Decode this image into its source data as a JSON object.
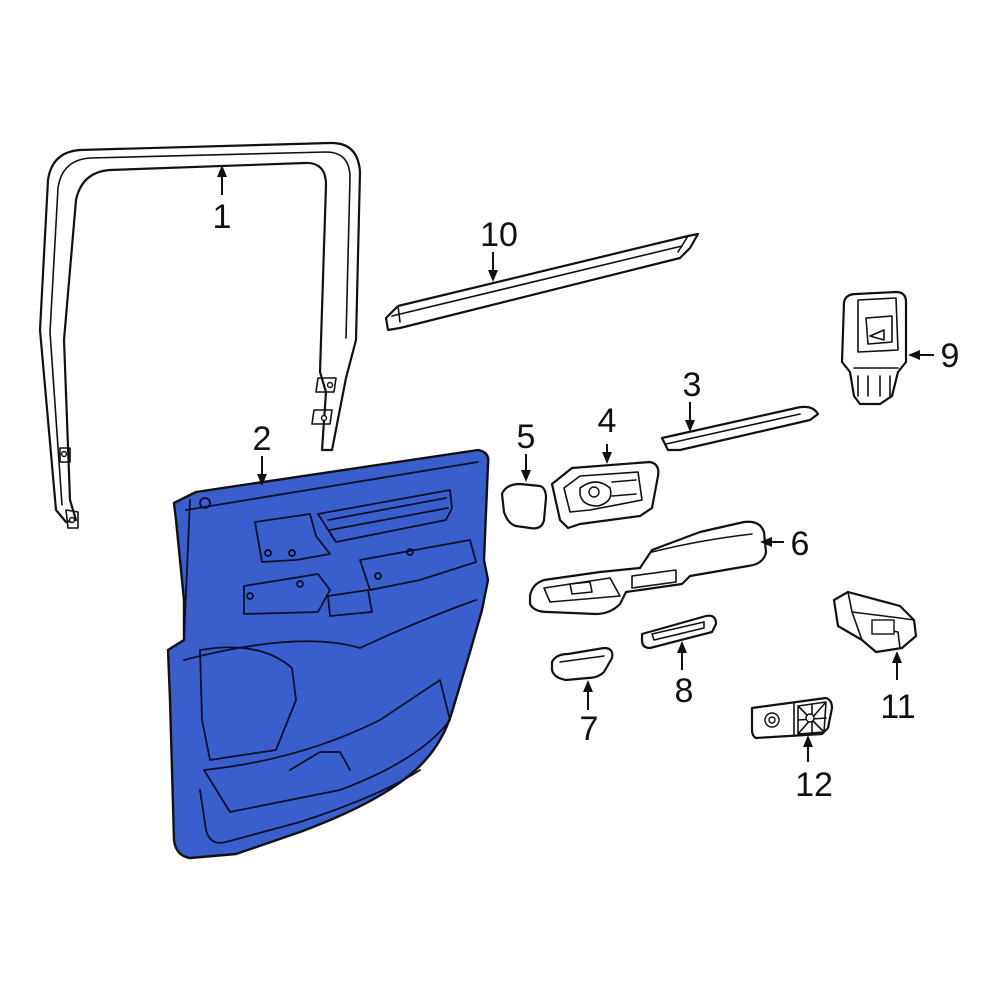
{
  "diagram": {
    "highlight_color": "#3a5fcd",
    "callouts": [
      {
        "id": "1",
        "label": "1"
      },
      {
        "id": "2",
        "label": "2"
      },
      {
        "id": "3",
        "label": "3"
      },
      {
        "id": "4",
        "label": "4"
      },
      {
        "id": "5",
        "label": "5"
      },
      {
        "id": "6",
        "label": "6"
      },
      {
        "id": "7",
        "label": "7"
      },
      {
        "id": "8",
        "label": "8"
      },
      {
        "id": "9",
        "label": "9"
      },
      {
        "id": "10",
        "label": "10"
      },
      {
        "id": "11",
        "label": "11"
      },
      {
        "id": "12",
        "label": "12"
      }
    ]
  }
}
